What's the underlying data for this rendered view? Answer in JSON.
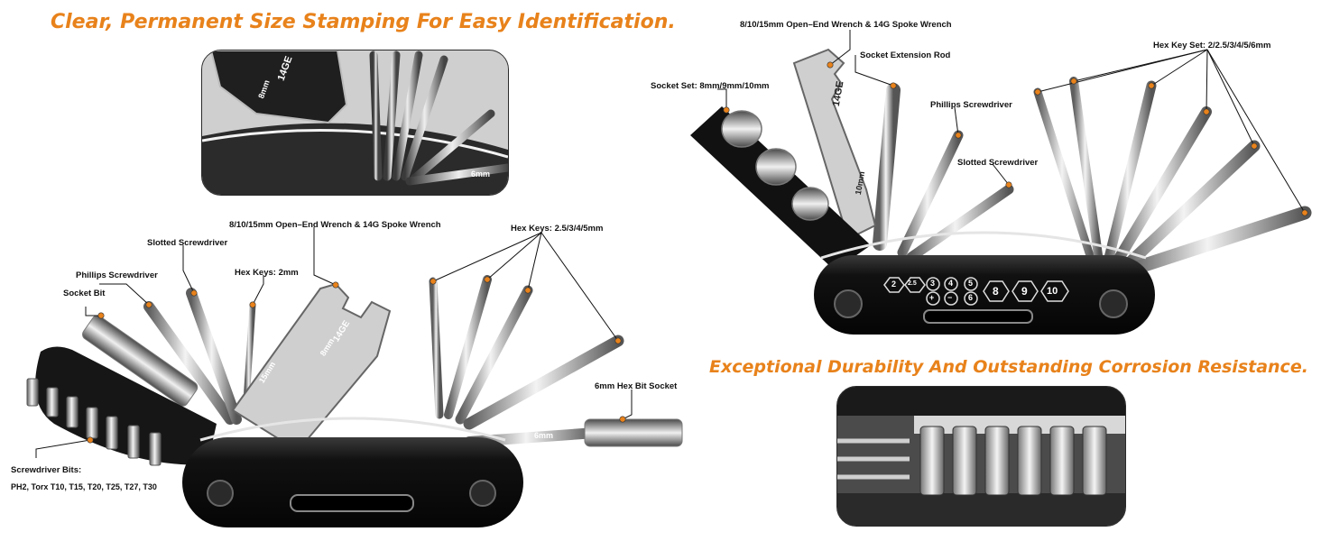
{
  "headlines": {
    "top": "Clear, Permanent Size Stamping For Easy Identification.",
    "bottom": "Exceptional Durability And Outstanding Corrosion Resistance."
  },
  "left_tool": {
    "labels": {
      "wrench": "8/10/15mm Open–End Wrench & 14G Spoke Wrench",
      "slotted": "Slotted Screwdriver",
      "phillips": "Phillips Screwdriver",
      "socket_bit": "Socket Bit",
      "hex_2mm": "Hex Keys: 2mm",
      "hex_keys": "Hex Keys: 2.5/3/4/5mm",
      "hex_bit_socket": "6mm Hex Bit Socket",
      "bits_title": "Screwdriver Bits:",
      "bits_list": "PH2, Torx T10, T15, T20, T25, T27, T30"
    },
    "engraving": {
      "wrench_size": "8mm",
      "wrench_gauge": "14GE",
      "wrench_15": "15mm",
      "hex_6": "6mm"
    }
  },
  "right_tool": {
    "labels": {
      "wrench": "8/10/15mm Open–End Wrench & 14G Spoke Wrench",
      "extension": "Socket Extension Rod",
      "socket_set": "Socket Set: 8mm/9mm/10mm",
      "phillips": "Phillips Screwdriver",
      "slotted": "Slotted Screwdriver",
      "hex_set": "Hex Key Set: 2/2.5/3/4/5/6mm"
    },
    "engraving": {
      "wrench_gauge": "14GE",
      "wrench_10": "10mm"
    },
    "size_icons": [
      "2",
      "2.5",
      "3",
      "4",
      "5",
      "+",
      "−",
      "6",
      "8",
      "9",
      "10"
    ]
  },
  "closeup_top": {
    "engraving": {
      "size": "8mm",
      "gauge": "14GE",
      "hex": "6mm"
    }
  },
  "colors": {
    "accent": "#e8821b",
    "callout_dot": "#e8821b",
    "body": "#121212",
    "steel": "#c8c8c8"
  }
}
